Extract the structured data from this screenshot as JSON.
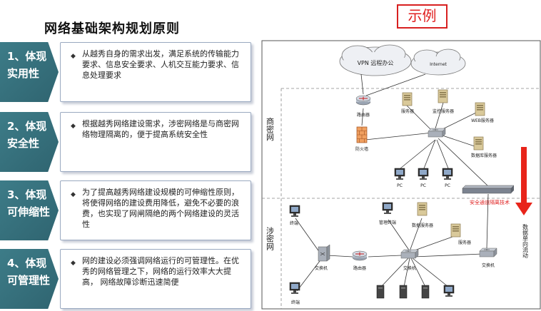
{
  "title": "网络基础架构规划原则",
  "principles": [
    {
      "label_line1": "1、体现",
      "label_line2": "实用性",
      "text": "从越秀自身的需求出发，满足系统的传输能力要求、信息安全要求、人机交互能力要求、信息处理要求"
    },
    {
      "label_line1": "2、体现",
      "label_line2": "安全性",
      "text": "根据越秀网络建设需求，涉密网络是与商密网络物理隔离的，便于提高系统安全性"
    },
    {
      "label_line1": "3、体现",
      "label_line2": "可伸缩性",
      "text": "为了提高越秀网络建设规模的可伸缩性原则，将使得网络的建设费用降低，避免不必要的浪费，也实现了网闸隔绝的两个网络建设的灵活性"
    },
    {
      "label_line1": "4、体现",
      "label_line2": "可管理性",
      "text": "网的建设必须强调网络运行的可管理性。在优秀的网络管理之下，网络的运行效率大大提高， 网络故障诊断迅速简便"
    }
  ],
  "example_label": "示例",
  "diagram": {
    "zone_commercial": "商密网",
    "zone_classified": "涉密网",
    "cloud_vpn": "VPN 远程办公",
    "cloud_internet": "Internet",
    "router_top": "路由器",
    "firewall": "防火墙",
    "server1": "服务器",
    "monitor_server": "监控服务器",
    "web_server": "WEB服务器",
    "db_server": "数据库服务器",
    "pc1": "PC",
    "pc2": "PC",
    "pc3": "PC",
    "gateway": "安全通道隔离技术",
    "data_flow": "数据单向流动",
    "terminal1": "终端",
    "mgmt_terminal": "管理终端",
    "data_server": "数据服务器",
    "server2": "服务器",
    "switch1": "交换机",
    "router_bottom": "路由器",
    "switch2": "交换机",
    "switch3": "交换机",
    "terminal2": "终端",
    "colors": {
      "label_bg": "#2f6470",
      "accent_red": "#e02020",
      "arrow_red": "#e8241a"
    }
  }
}
